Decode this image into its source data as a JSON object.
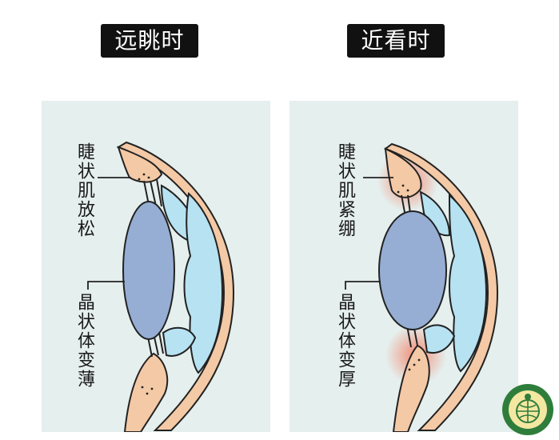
{
  "left": {
    "title": "远眺时",
    "muscle_label": "睫状肌放松",
    "lens_label": "晶状体变薄"
  },
  "right": {
    "title": "近看时",
    "muscle_label": "睫状肌紧绷",
    "lens_label": "晶状体变厚"
  },
  "colors": {
    "panel_bg": "#e5efed",
    "lens": "#96aed3",
    "aqueous": "#b7e2f2",
    "tissue": "#f4c9a5",
    "tension_glow": "#f47a5e",
    "outline": "#222222"
  }
}
